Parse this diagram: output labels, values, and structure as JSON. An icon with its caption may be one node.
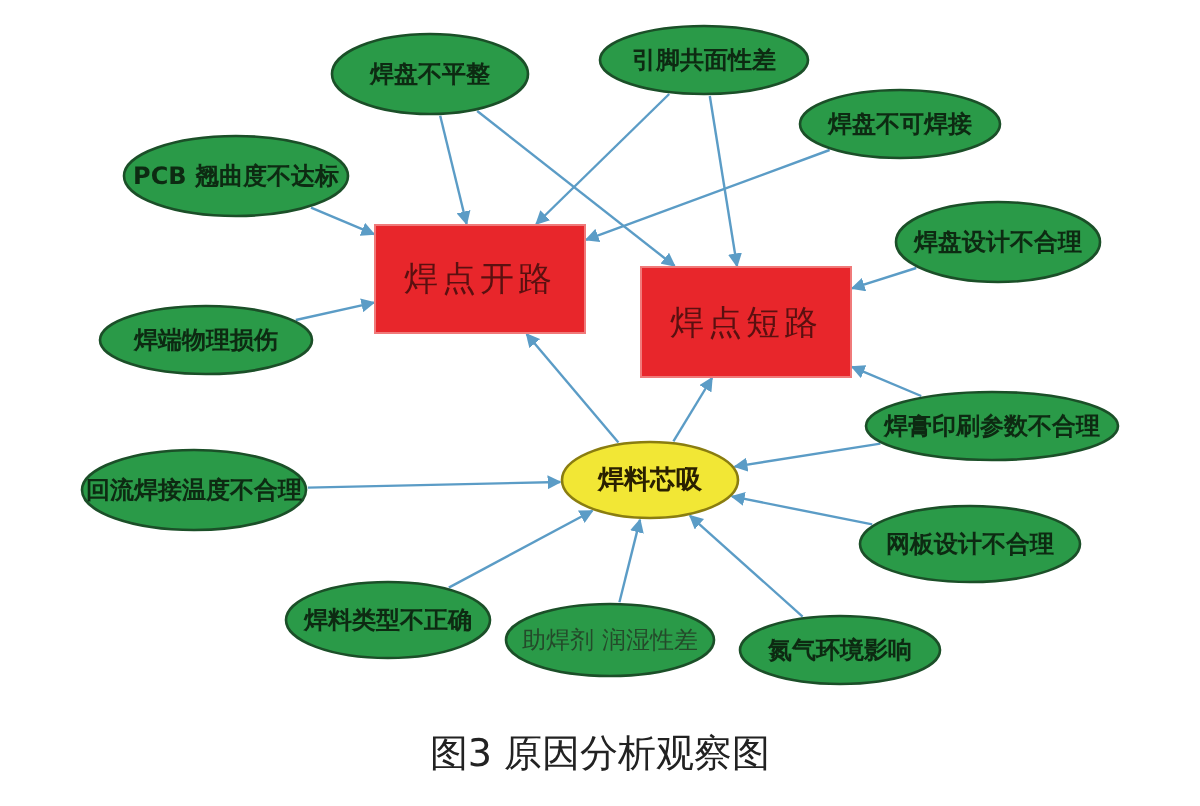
{
  "diagram": {
    "caption": "图3 原因分析观察图",
    "nodes": [
      {
        "text": [
          "焊盘不平整"
        ]
      },
      {
        "text": [
          "引脚共面性差"
        ]
      },
      {
        "text": [
          "焊盘不可焊接"
        ]
      },
      {
        "text": [
          "PCB 翘曲度不达标"
        ]
      },
      {
        "text": [
          "焊点开路"
        ]
      },
      {
        "text": [
          "焊点短路"
        ]
      },
      {
        "text": [
          "焊盘设计不合理"
        ]
      },
      {
        "text": [
          "焊端物理损伤"
        ]
      },
      {
        "text": [
          "焊膏印刷参数不合理"
        ]
      },
      {
        "text": [
          "焊料芯吸"
        ]
      },
      {
        "text": [
          "回流焊接温度不合理"
        ]
      },
      {
        "text": [
          "网板设计不合理"
        ]
      },
      {
        "text": [
          "焊料类型不正确"
        ]
      },
      {
        "text": [
          "助焊剂 润湿性差"
        ]
      },
      {
        "text": [
          "氮气环境影响"
        ]
      }
    ],
    "edges": [
      {
        "from": 0,
        "to": 4,
        "arrow": "to"
      },
      {
        "from": 0,
        "to": 5,
        "arrow": "to"
      },
      {
        "from": 1,
        "to": 4,
        "arrow": "to"
      },
      {
        "from": 1,
        "to": 5,
        "arrow": "to"
      },
      {
        "from": 2,
        "to": 4,
        "arrow": "to"
      },
      {
        "from": 3,
        "to": 4,
        "arrow": "to"
      },
      {
        "from": 7,
        "to": 4,
        "arrow": "to"
      },
      {
        "from": 6,
        "to": 5,
        "arrow": "to"
      },
      {
        "from": 8,
        "to": 5,
        "arrow": "to"
      },
      {
        "from": 8,
        "to": 9,
        "arrow": "to"
      },
      {
        "from": 9,
        "to": 4,
        "arrow": "to"
      },
      {
        "from": 9,
        "to": 5,
        "arrow": "to"
      },
      {
        "from": 10,
        "to": 9,
        "arrow": "to"
      },
      {
        "from": 11,
        "to": 9,
        "arrow": "to"
      },
      {
        "from": 12,
        "to": 9,
        "arrow": "to"
      },
      {
        "from": 13,
        "to": 9,
        "arrow": "to"
      },
      {
        "from": 14,
        "to": 9,
        "arrow": "to"
      }
    ]
  }
}
